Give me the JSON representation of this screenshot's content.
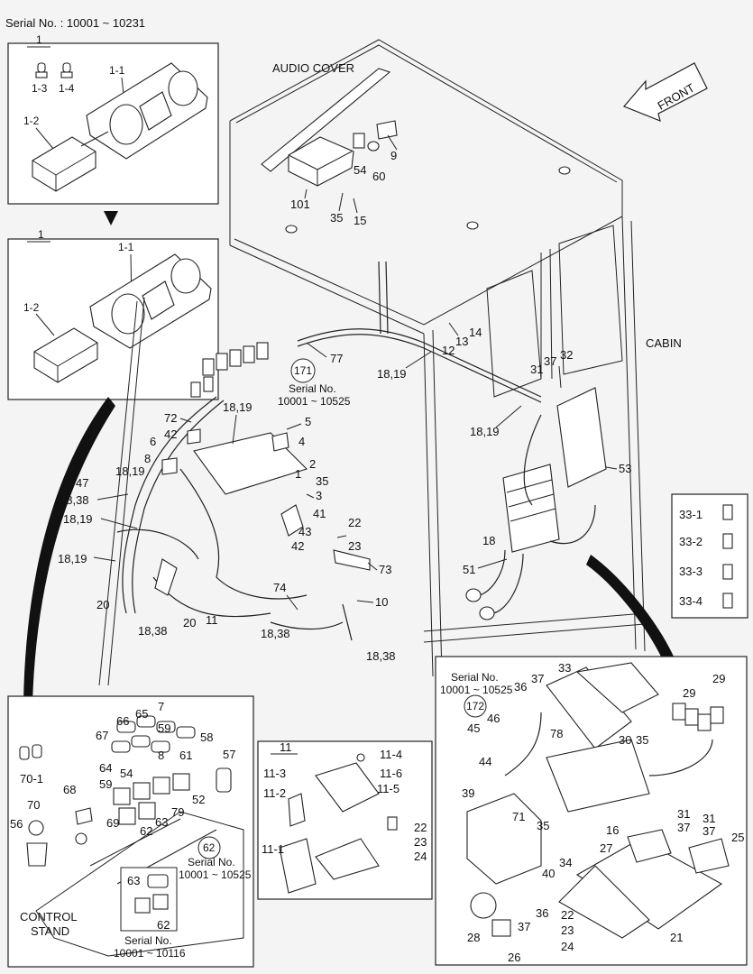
{
  "serial_main": "Serial No. : 10001 ~ 10231",
  "labels": {
    "audio_cover": "AUDIO COVER",
    "front": "FRONT",
    "cabin": "CABIN",
    "control_stand_1": "CONTROL",
    "control_stand_2": "STAND"
  },
  "serials": {
    "s171_title": "Serial No.",
    "s171_range": "10001 ~ 10525",
    "s171_ref": "171",
    "s172_title": "Serial No.",
    "s172_range": "10001 ~ 10525",
    "s172_ref": "172",
    "s62_title": "Serial No.",
    "s62_range": "10001 ~ 10525",
    "s62_ref": "62",
    "s_bottom_title": "Serial No.",
    "s_bottom_range": "10001 ~ 10116"
  },
  "callouts": {
    "c1a": "1",
    "c1b": "1",
    "c11a": "1-1",
    "c11b": "1-1",
    "c12a": "1-2",
    "c12b": "1-2",
    "c13": "1-3",
    "c14": "1-4",
    "c9": "9",
    "c54": "54",
    "c60": "60",
    "c101": "101",
    "c35a": "35",
    "c15": "15",
    "c14b": "14",
    "c13b": "13",
    "c12": "12",
    "c1819a": "18,19",
    "c77": "77",
    "c37a": "37",
    "c31a": "31",
    "c32": "32",
    "c1819b": "18,19",
    "c53": "53",
    "c72": "72",
    "c42a": "42",
    "c1819c": "18,19",
    "c5": "5",
    "c4": "4",
    "c6": "6",
    "c8": "8",
    "c2": "2",
    "c1c": "1",
    "c35b": "35",
    "c3": "3",
    "c47": "47",
    "c1819d": "18,19",
    "c1838a": "18,38",
    "c1819e": "18,19",
    "c41": "41",
    "c43": "43",
    "c42b": "42",
    "c22a": "22",
    "c23a": "23",
    "c1819f": "18,19",
    "c73": "73",
    "c18": "18",
    "c51": "51",
    "c20a": "20",
    "c20b": "20",
    "c1838b": "18,38",
    "c11": "11",
    "c74": "74",
    "c1838c": "18,38",
    "c10": "10",
    "c1838d": "18,38",
    "c331": "33-1",
    "c332": "33-2",
    "c333": "33-3",
    "c334": "33-4",
    "c7": "7",
    "c65": "65",
    "c66": "66",
    "c59a": "59",
    "c58": "58",
    "c67": "67",
    "c8b": "8",
    "c61": "61",
    "c64": "64",
    "c54b": "54",
    "c59b": "59",
    "c52": "52",
    "c57": "57",
    "c701": "70-1",
    "c70": "70",
    "c68": "68",
    "c69": "69",
    "c56": "56",
    "c62a": "62",
    "c63a": "63",
    "c79": "79",
    "c63b": "63",
    "c62b": "62",
    "c11box": "11",
    "c114": "11-4",
    "c113": "11-3",
    "c116": "11-6",
    "c115": "11-5",
    "c112": "11-2",
    "c111": "11-1",
    "c22b": "22",
    "c23b": "23",
    "c24a": "24",
    "c36a": "36",
    "c37b": "37",
    "c33": "33",
    "c29a": "29",
    "c29b": "29",
    "c45": "45",
    "c46": "46",
    "c78": "78",
    "c30": "30",
    "c35c": "35",
    "c44": "44",
    "c71": "71",
    "c16": "16",
    "c39": "39",
    "c35d": "35",
    "c31b": "31",
    "c37c": "37",
    "c31c": "31",
    "c37d": "37",
    "c25": "25",
    "c27": "27",
    "c34": "34",
    "c40": "40",
    "c21": "21",
    "c36b": "36",
    "c37e": "37",
    "c28": "28",
    "c26": "26",
    "c22c": "22",
    "c23c": "23",
    "c24b": "24"
  }
}
